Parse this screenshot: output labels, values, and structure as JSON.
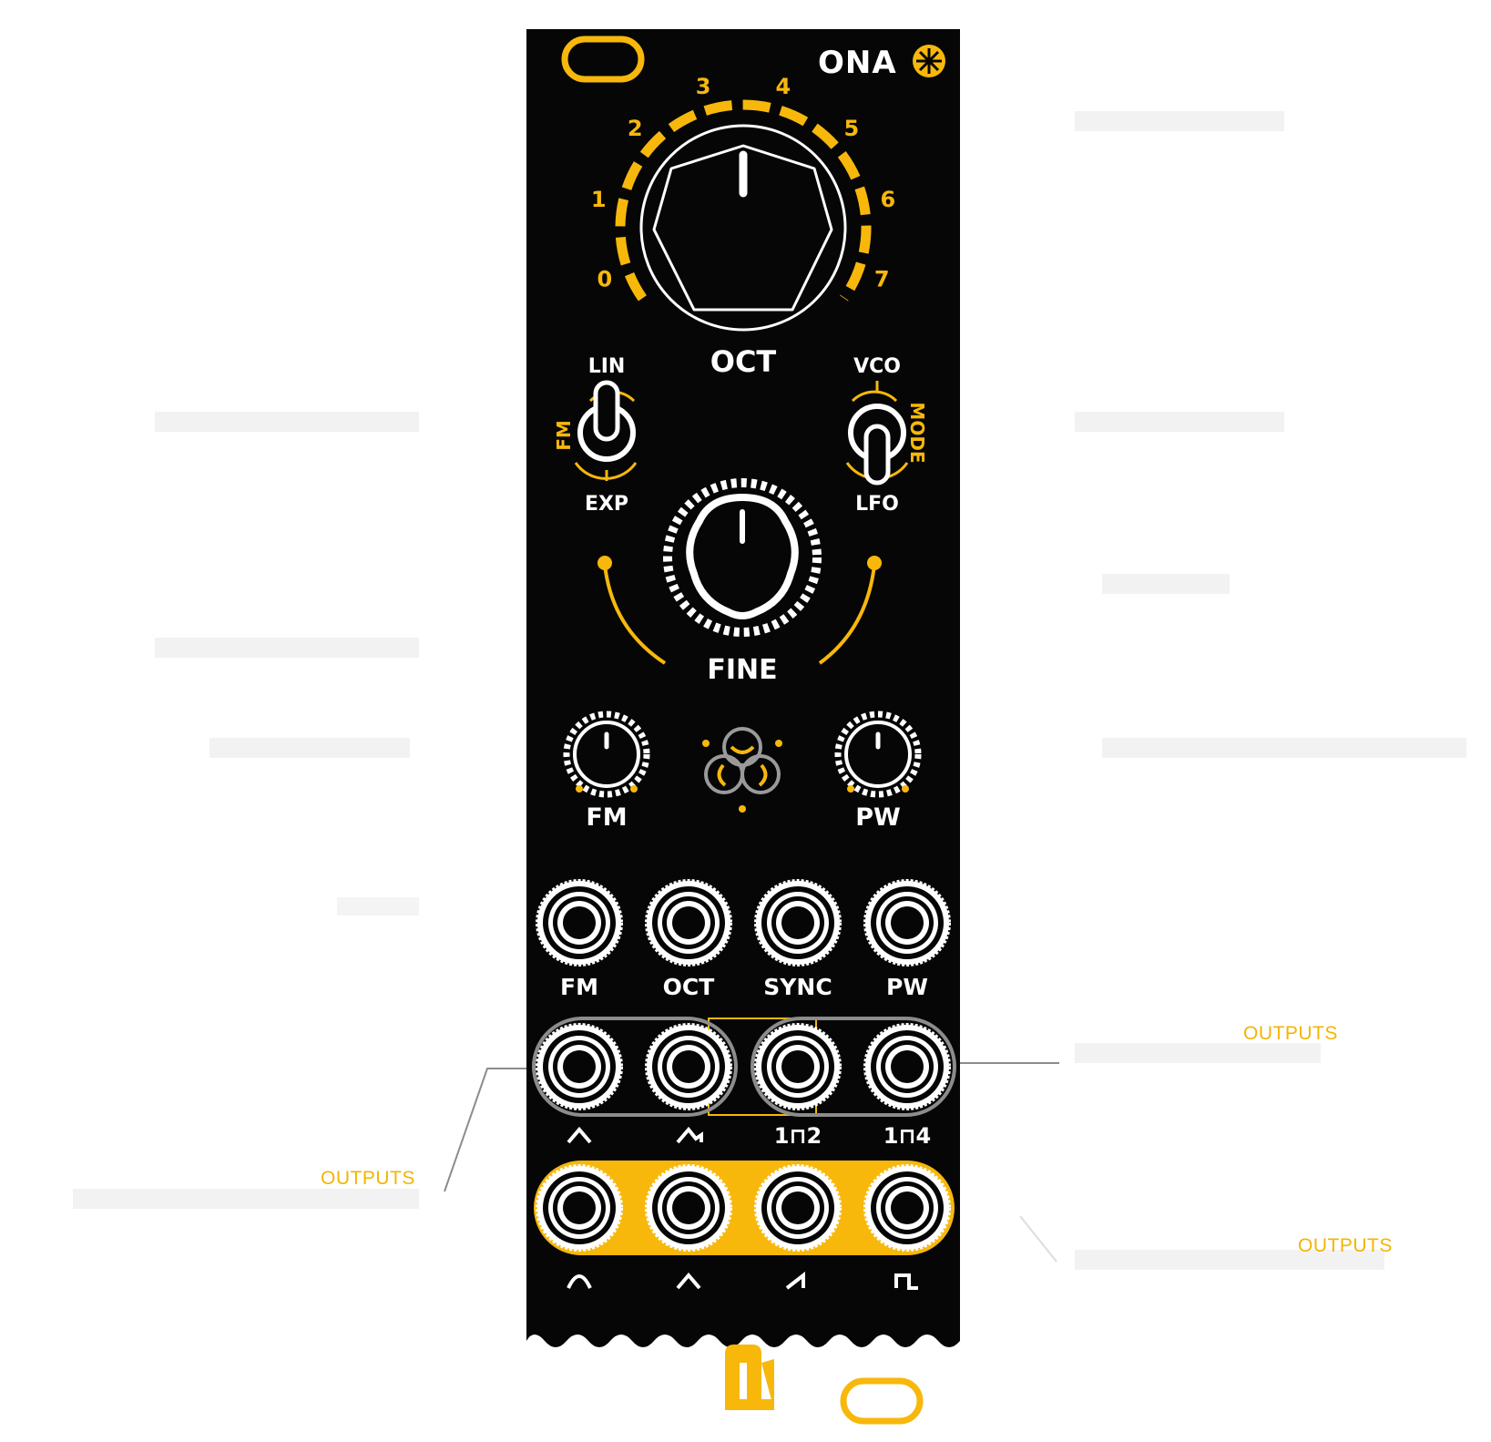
{
  "brand": {
    "name": "ONA"
  },
  "colors": {
    "panel": "#060606",
    "accent": "#f7b80b",
    "line": "#8c8c8c",
    "text": "#ffffff"
  },
  "knobs": {
    "oct": {
      "label": "OCT",
      "scale": [
        "0",
        "1",
        "2",
        "3",
        "4",
        "5",
        "6",
        "7"
      ]
    },
    "fine": {
      "label": "FINE"
    },
    "fm": {
      "label": "FM"
    },
    "pw": {
      "label": "PW"
    }
  },
  "switches": {
    "fm": {
      "label": "FM",
      "top": "LIN",
      "bottom": "EXP"
    },
    "mode": {
      "label": "MODE",
      "top": "VCO",
      "bottom": "LFO"
    }
  },
  "inputs": [
    "FM",
    "OCT",
    "SYNC",
    "PW"
  ],
  "outputs_row1": [
    "triangle-wave-icon",
    "sawtooth-wave-icon",
    "1⊓2",
    "1⊓4"
  ],
  "outputs_row2": [
    "sine-wave-icon",
    "triangle-wave-icon",
    "ramp-wave-icon",
    "square-wave-icon"
  ],
  "callouts": {
    "outputs_a": "OUTPUTS",
    "outputs_b": "OUTPUTS",
    "outputs_c": "OUTPUTS"
  }
}
